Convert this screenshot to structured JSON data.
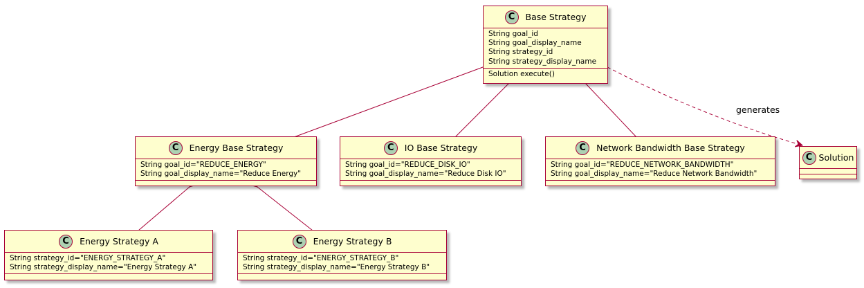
{
  "classes": {
    "base": {
      "stereotype": "C",
      "name": "Base Strategy",
      "attributes": [
        "String goal_id",
        "String goal_display_name",
        "String strategy_id",
        "String strategy_display_name"
      ],
      "methods": [
        "Solution execute()"
      ]
    },
    "energy_base": {
      "stereotype": "C",
      "name": "Energy Base Strategy",
      "attributes": [
        "String goal_id=\"REDUCE_ENERGY\"",
        "String goal_display_name=\"Reduce Energy\""
      ]
    },
    "io_base": {
      "stereotype": "C",
      "name": "IO Base Strategy",
      "attributes": [
        "String goal_id=\"REDUCE_DISK_IO\"",
        "String goal_display_name=\"Reduce Disk IO\""
      ]
    },
    "network_base": {
      "stereotype": "C",
      "name": "Network Bandwidth Base Strategy",
      "attributes": [
        "String goal_id=\"REDUCE_NETWORK_BANDWIDTH\"",
        "String goal_display_name=\"Reduce Network Bandwidth\""
      ]
    },
    "solution": {
      "stereotype": "C",
      "name": "Solution"
    },
    "energy_a": {
      "stereotype": "C",
      "name": "Energy Strategy A",
      "attributes": [
        "String strategy_id=\"ENERGY_STRATEGY_A\"",
        "String strategy_display_name=\"Energy Strategy A\""
      ]
    },
    "energy_b": {
      "stereotype": "C",
      "name": "Energy Strategy B",
      "attributes": [
        "String strategy_id=\"ENERGY_STRATEGY_B\"",
        "String strategy_display_name=\"Energy Strategy B\""
      ]
    }
  },
  "relations": {
    "generates_label": "generates"
  },
  "colors": {
    "class_fill": "#FEFECE",
    "class_border": "#A80036",
    "stereotype_circle": "#ADD1B2",
    "edge": "#A80036"
  }
}
